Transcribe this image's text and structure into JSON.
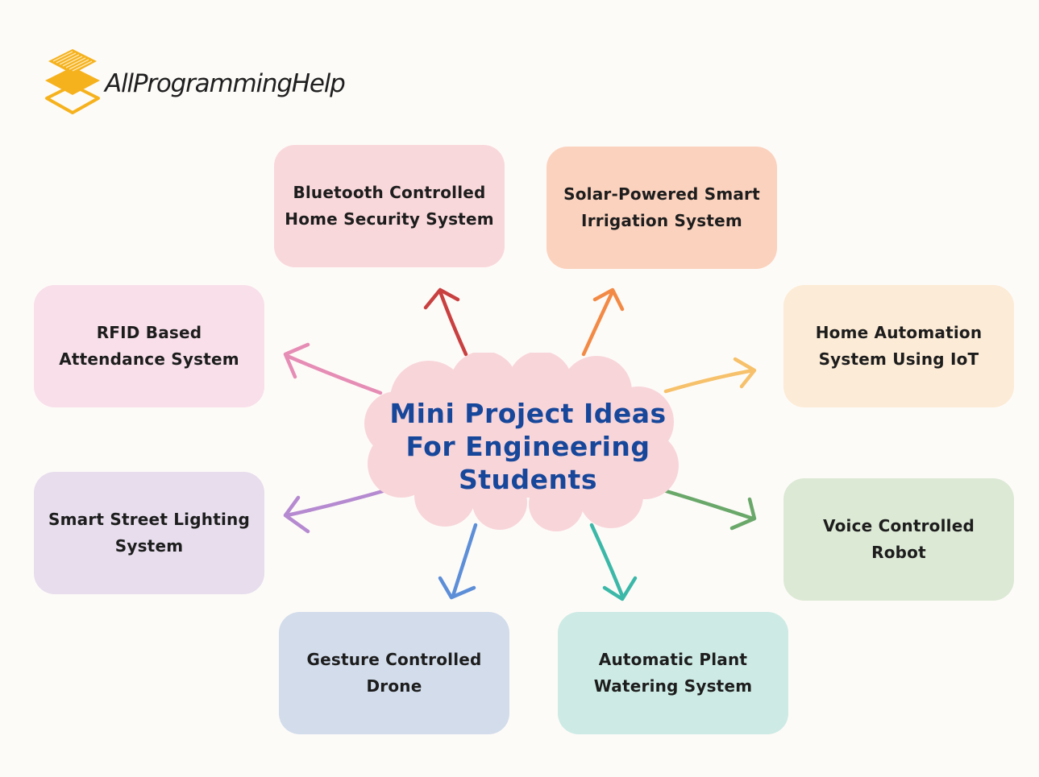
{
  "brand": {
    "name": "AllProgrammingHelp",
    "icon": "stacked-layers-logo-icon",
    "color": "#f5b21d"
  },
  "center": {
    "title_lines": [
      "Mini Project Ideas",
      "For Engineering",
      "Students"
    ],
    "text_color": "#17479a",
    "fill": "#f8d5d9"
  },
  "ideas": [
    {
      "label_lines": [
        "Bluetooth Controlled",
        "Home Security System"
      ],
      "fill": "#f9d8db",
      "arrow": "#c94040"
    },
    {
      "label_lines": [
        "Solar-Powered Smart",
        "Irrigation System"
      ],
      "fill": "#fbd2be",
      "arrow": "#f28a45"
    },
    {
      "label_lines": [
        "Home Automation",
        "System Using IoT"
      ],
      "fill": "#fcebd6",
      "arrow": "#f6c16a"
    },
    {
      "label_lines": [
        "Voice Controlled Robot"
      ],
      "fill": "#dce9d5",
      "arrow": "#6aa86a"
    },
    {
      "label_lines": [
        "Automatic Plant",
        "Watering System"
      ],
      "fill": "#cdeae4",
      "arrow": "#3bb8a8"
    },
    {
      "label_lines": [
        "Gesture Controlled",
        "Drone"
      ],
      "fill": "#d2dceb",
      "arrow": "#5d8ed8"
    },
    {
      "label_lines": [
        "Smart Street Lighting",
        "System"
      ],
      "fill": "#e7dded",
      "arrow": "#b58ad0"
    },
    {
      "label_lines": [
        "RFID Based",
        "Attendance System"
      ],
      "fill": "#f8dfea",
      "arrow": "#e68db5"
    }
  ]
}
